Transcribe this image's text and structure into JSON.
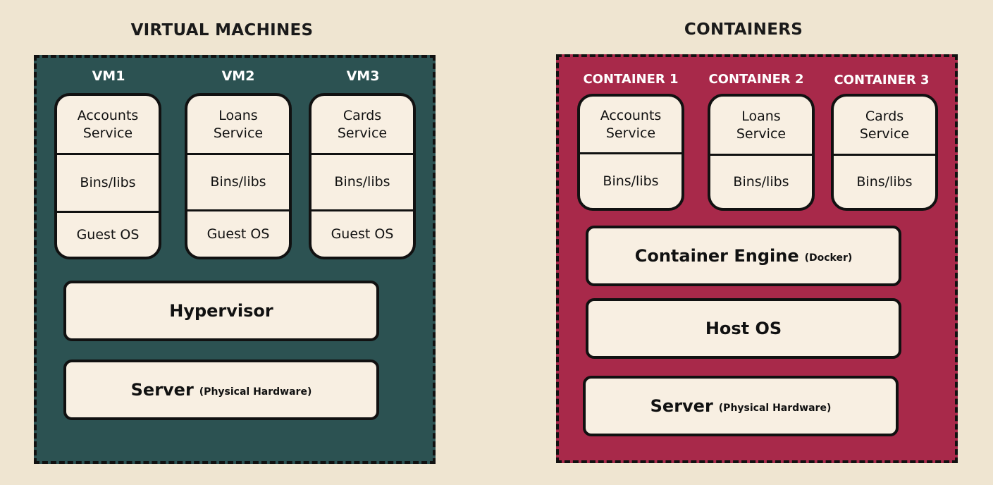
{
  "vm": {
    "title": "VIRTUAL MACHINES",
    "units": [
      {
        "label": "VM1",
        "service": "Accounts\nService",
        "libs": "Bins/libs",
        "os": "Guest OS"
      },
      {
        "label": "VM2",
        "service": "Loans\nService",
        "libs": "Bins/libs",
        "os": "Guest OS"
      },
      {
        "label": "VM3",
        "service": "Cards\nService",
        "libs": "Bins/libs",
        "os": "Guest OS"
      }
    ],
    "hypervisor": "Hypervisor",
    "server": "Server",
    "server_sub": "(Physical Hardware)",
    "color": "#2c5252"
  },
  "ct": {
    "title": "CONTAINERS",
    "units": [
      {
        "label": "CONTAINER 1",
        "service": "Accounts\nService",
        "libs": "Bins/libs"
      },
      {
        "label": "CONTAINER 2",
        "service": "Loans\nService",
        "libs": "Bins/libs"
      },
      {
        "label": "CONTAINER 3",
        "service": "Cards\nService",
        "libs": "Bins/libs"
      }
    ],
    "engine": "Container Engine",
    "engine_sub": "(Docker)",
    "host_os": "Host OS",
    "server": "Server",
    "server_sub": "(Physical Hardware)",
    "color": "#a8294a"
  }
}
